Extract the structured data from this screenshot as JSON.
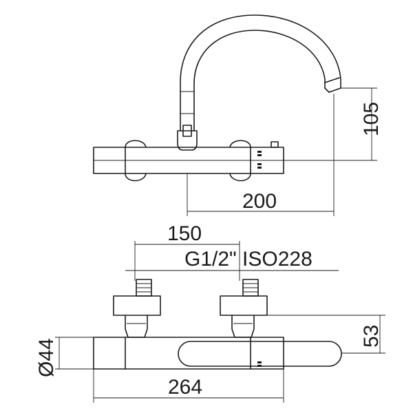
{
  "dimensions": {
    "spout_height": "105",
    "spout_reach": "200",
    "inlet_spacing": "150",
    "thread": "G1/2\" ISO228",
    "inlet_depth": "53",
    "body_diameter": "Ø44",
    "body_length": "264"
  }
}
